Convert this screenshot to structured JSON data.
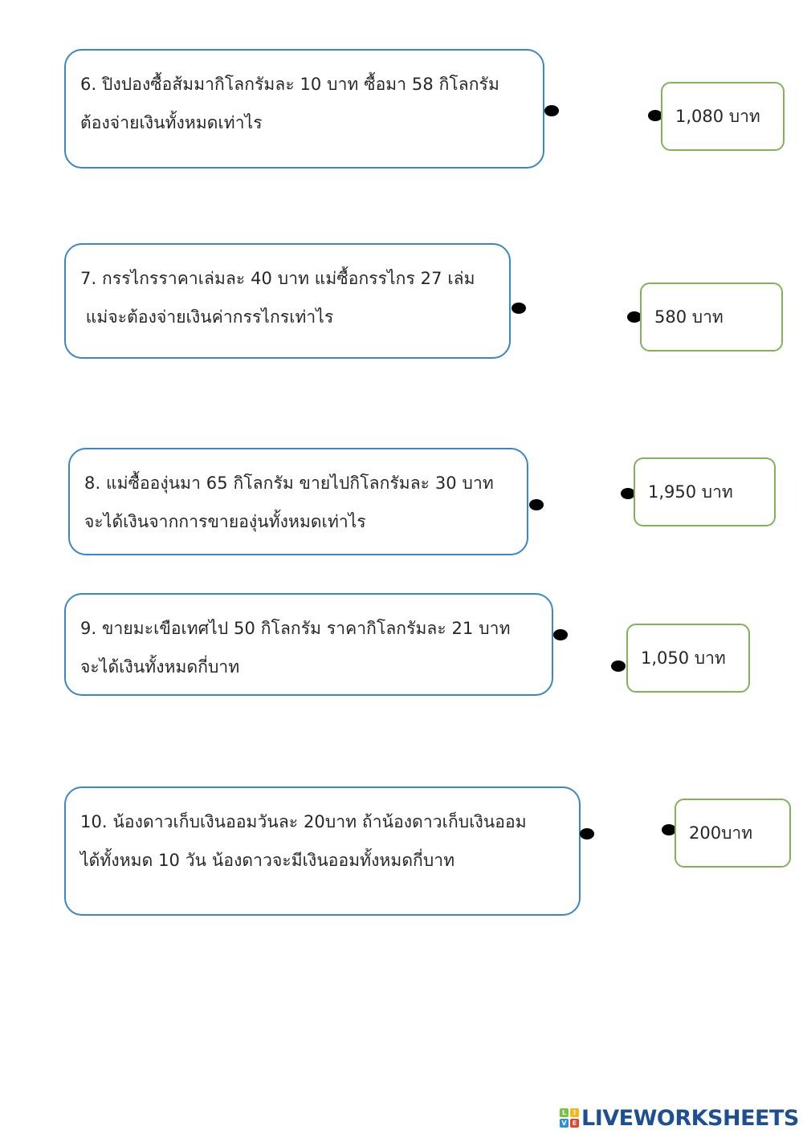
{
  "worksheet": {
    "questions": [
      {
        "number": "6",
        "lines": [
          "6. ปิงปองซื้อส้มมากิโลกรัมละ 10 บาท ซื้อมา 58 กิโลกรัม",
          "ต้องจ่ายเงินทั้งหมดเท่าไร"
        ]
      },
      {
        "number": "7",
        "lines": [
          "7. กรรไกรราคาเล่มละ 40 บาท แม่ซื้อกรรไกร 27 เล่ม",
          " แม่จะต้องจ่ายเงินค่ากรรไกรเท่าไร"
        ]
      },
      {
        "number": "8",
        "lines": [
          "8. แม่ซื้อองุ่นมา 65 กิโลกรัม ขายไปกิโลกรัมละ 30 บาท",
          "จะได้เงินจากการขายองุ่นทั้งหมดเท่าไร"
        ]
      },
      {
        "number": "9",
        "lines": [
          "9. ขายมะเขือเทศไป 50 กิโลกรัม ราคากิโลกรัมละ 21 บาท",
          "จะได้เงินทั้งหมดกี่บาท"
        ]
      },
      {
        "number": "10",
        "lines": [
          "10. น้องดาวเก็บเงินออมวันละ 20บาท ถ้าน้องดาวเก็บเงินออม",
          "ได้ทั้งหมด 10 วัน น้องดาวจะมีเงินออมทั้งหมดกี่บาท"
        ]
      }
    ],
    "answers": [
      "1,080 บาท",
      "580 บาท",
      "1,950 บาท",
      "1,050 บาท",
      "200บาท"
    ]
  },
  "branding": {
    "logo_text": "LIVEWORKSHEETS",
    "logo_letters": [
      "L",
      "I",
      "V",
      "E"
    ],
    "logo_colors": [
      "#7cc242",
      "#f7b718",
      "#2f8fd8",
      "#e8412c"
    ]
  },
  "colors": {
    "question_border": "#3a86c8",
    "answer_border": "#7fb35a",
    "connector_dot": "#000000",
    "logo_text": "#1d4f91"
  }
}
